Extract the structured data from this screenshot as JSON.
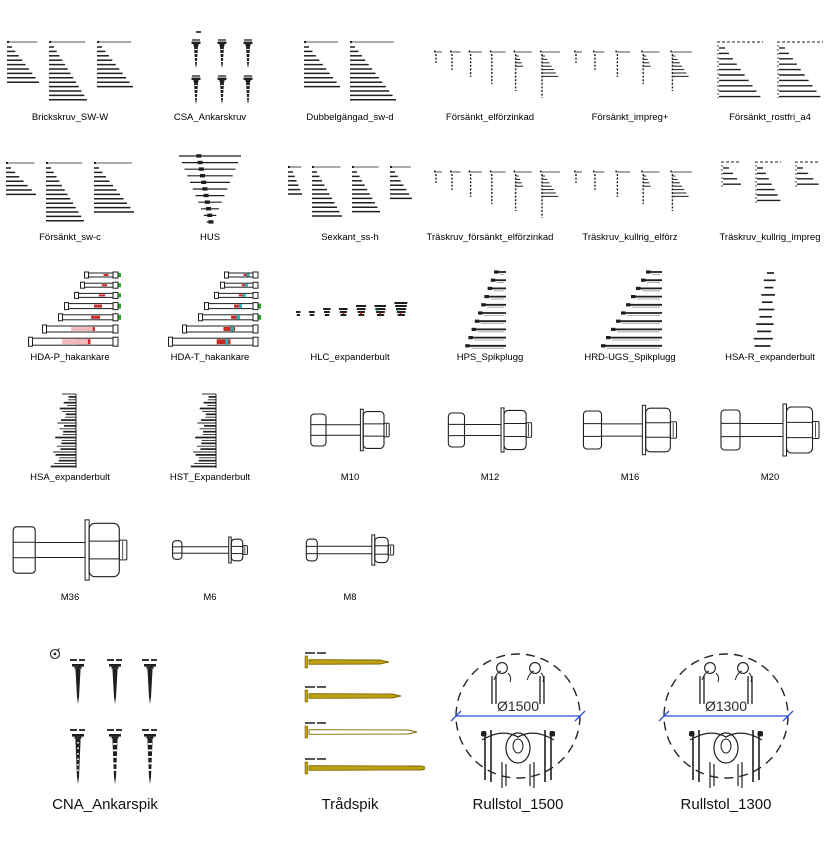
{
  "palette": {
    "line": "#1f1f1f",
    "label": "#000000",
    "dimension_blue": "#2d50d8",
    "nail_yellow": "#bfa014",
    "nail_yellow_dark": "#7c6900",
    "anchor_red": "#c92a2a",
    "anchor_green": "#27a327",
    "anchor_cyan": "#2bb7b7",
    "background": "#ffffff"
  },
  "library": {
    "rows": [
      {
        "items": [
          {
            "label": "Brickskruv_SW-W",
            "thumb": "tri3a"
          },
          {
            "label": "CSA_Ankarskruv",
            "thumb": "screw-grid"
          },
          {
            "label": "Dubbelgängad_sw-d",
            "thumb": "tri2"
          },
          {
            "label": "Försänkt_elförzinkad",
            "thumb": "hang6"
          },
          {
            "label": "Försänkt_impreg+",
            "thumb": "hang5"
          },
          {
            "label": "Försänkt_rostfri_a4",
            "thumb": "dash2"
          }
        ]
      },
      {
        "items": [
          {
            "label": "Försänkt_sw-c",
            "thumb": "tri3b"
          },
          {
            "label": "HUS",
            "thumb": "center-stack"
          },
          {
            "label": "Sexkant_ss-h",
            "thumb": "tri4"
          },
          {
            "label": "Träskruv_försänkt_elförzinkad",
            "thumb": "hang6"
          },
          {
            "label": "Träskruv_kullrig_elförz",
            "thumb": "hang5"
          },
          {
            "label": "Träskruv_kullrig_impreg",
            "thumb": "dash3"
          }
        ]
      },
      {
        "items": [
          {
            "label": "HDA-P_hakankare",
            "thumb": "anchors-p"
          },
          {
            "label": "HDA-T_hakankare",
            "thumb": "anchors-t"
          },
          {
            "label": "HLC_expanderbult",
            "thumb": "clusters"
          },
          {
            "label": "HPS_Spikplugg",
            "thumb": "spikes"
          },
          {
            "label": "HRD-UGS_Spikplugg",
            "thumb": "spikes-wide"
          },
          {
            "label": "HSA-R_expanderbult",
            "thumb": "ticks"
          }
        ]
      },
      {
        "items": [
          {
            "label": "HSA_expanderbult",
            "thumb": "comb"
          },
          {
            "label": "HST_Expanderbult",
            "thumb": "comb"
          },
          {
            "label": "M10",
            "thumb": "bolt",
            "scale": 0.8
          },
          {
            "label": "M12",
            "thumb": "bolt",
            "scale": 0.85
          },
          {
            "label": "M16",
            "thumb": "bolt",
            "scale": 0.95
          },
          {
            "label": "M20",
            "thumb": "bolt",
            "scale": 1.0
          }
        ]
      },
      {
        "items": [
          {
            "label": "M36",
            "thumb": "bolt",
            "scale": 1.16
          },
          {
            "label": "M6",
            "thumb": "bolt-small",
            "scale": 0.72
          },
          {
            "label": "M8",
            "thumb": "bolt-small",
            "scale": 0.84
          }
        ]
      }
    ]
  },
  "featured": {
    "items": [
      {
        "label": "CNA_Ankarspik",
        "thumb": "nail-grid"
      },
      {
        "label": "Trådspik",
        "thumb": "nails-h"
      },
      {
        "label": "Rullstol_1500",
        "thumb": "wheelchair",
        "dimension": "Ø1500"
      },
      {
        "label": "Rullstol_1300",
        "thumb": "wheelchair",
        "dimension": "Ø1300"
      }
    ]
  }
}
